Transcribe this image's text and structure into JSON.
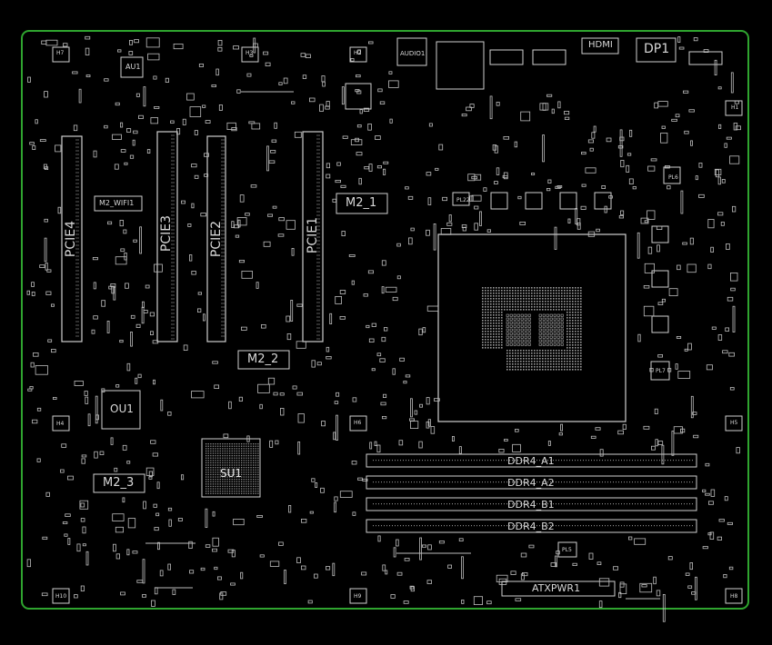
{
  "board": {
    "outline_color": "#2fa52f",
    "background": "#000000",
    "silkscreen_color": "#d0d0d0"
  },
  "slots": {
    "pcie4": "PCIE4",
    "pcie3": "PCIE3",
    "pcie2": "PCIE2",
    "pcie1": "PCIE1"
  },
  "m2": {
    "wifi": "M2_WIFI1",
    "m2_1": "M2_1",
    "m2_2": "M2_2",
    "m2_3": "M2_3"
  },
  "chips": {
    "au1": "AU1",
    "ou1": "OU1",
    "su1": "SU1",
    "pl5": "PL5",
    "pl7": "PL7",
    "pl6": "PL6",
    "pl22": "PL22"
  },
  "io": {
    "audio1": "AUDIO1",
    "hdmi": "HDMI",
    "dp1": "DP1"
  },
  "dimms": [
    "DDR4_A1",
    "DDR4_A2",
    "DDR4_B1",
    "DDR4_B2"
  ],
  "power": {
    "atxpwr1": "ATXPWR1"
  },
  "holes": [
    "H7",
    "H3",
    "H2",
    "H1",
    "H4",
    "H6",
    "H5",
    "H10",
    "H9",
    "H8"
  ]
}
